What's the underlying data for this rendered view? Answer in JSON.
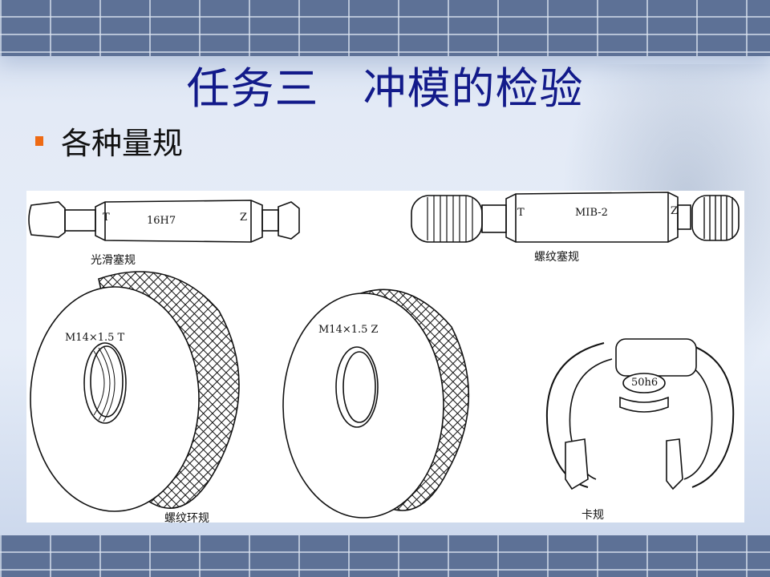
{
  "slide": {
    "title": "任务三　冲模的检验",
    "bullet": "各种量规"
  },
  "figure": {
    "smooth_plug_gauge": {
      "caption": "光滑塞规",
      "marks": [
        "T",
        "16H7",
        "Z"
      ]
    },
    "thread_plug_gauge": {
      "caption": "螺纹塞规",
      "marks": [
        "T",
        "MIB-2",
        "Z"
      ]
    },
    "thread_ring_gauge": {
      "caption": "螺纹环规",
      "go_mark": "M14×1.5 T",
      "nogo_mark": "M14×1.5 Z"
    },
    "snap_gauge": {
      "caption": "卡规",
      "mark": "50h6"
    }
  },
  "colors": {
    "title": "#121a8a",
    "bullet": "#ee6a14"
  }
}
